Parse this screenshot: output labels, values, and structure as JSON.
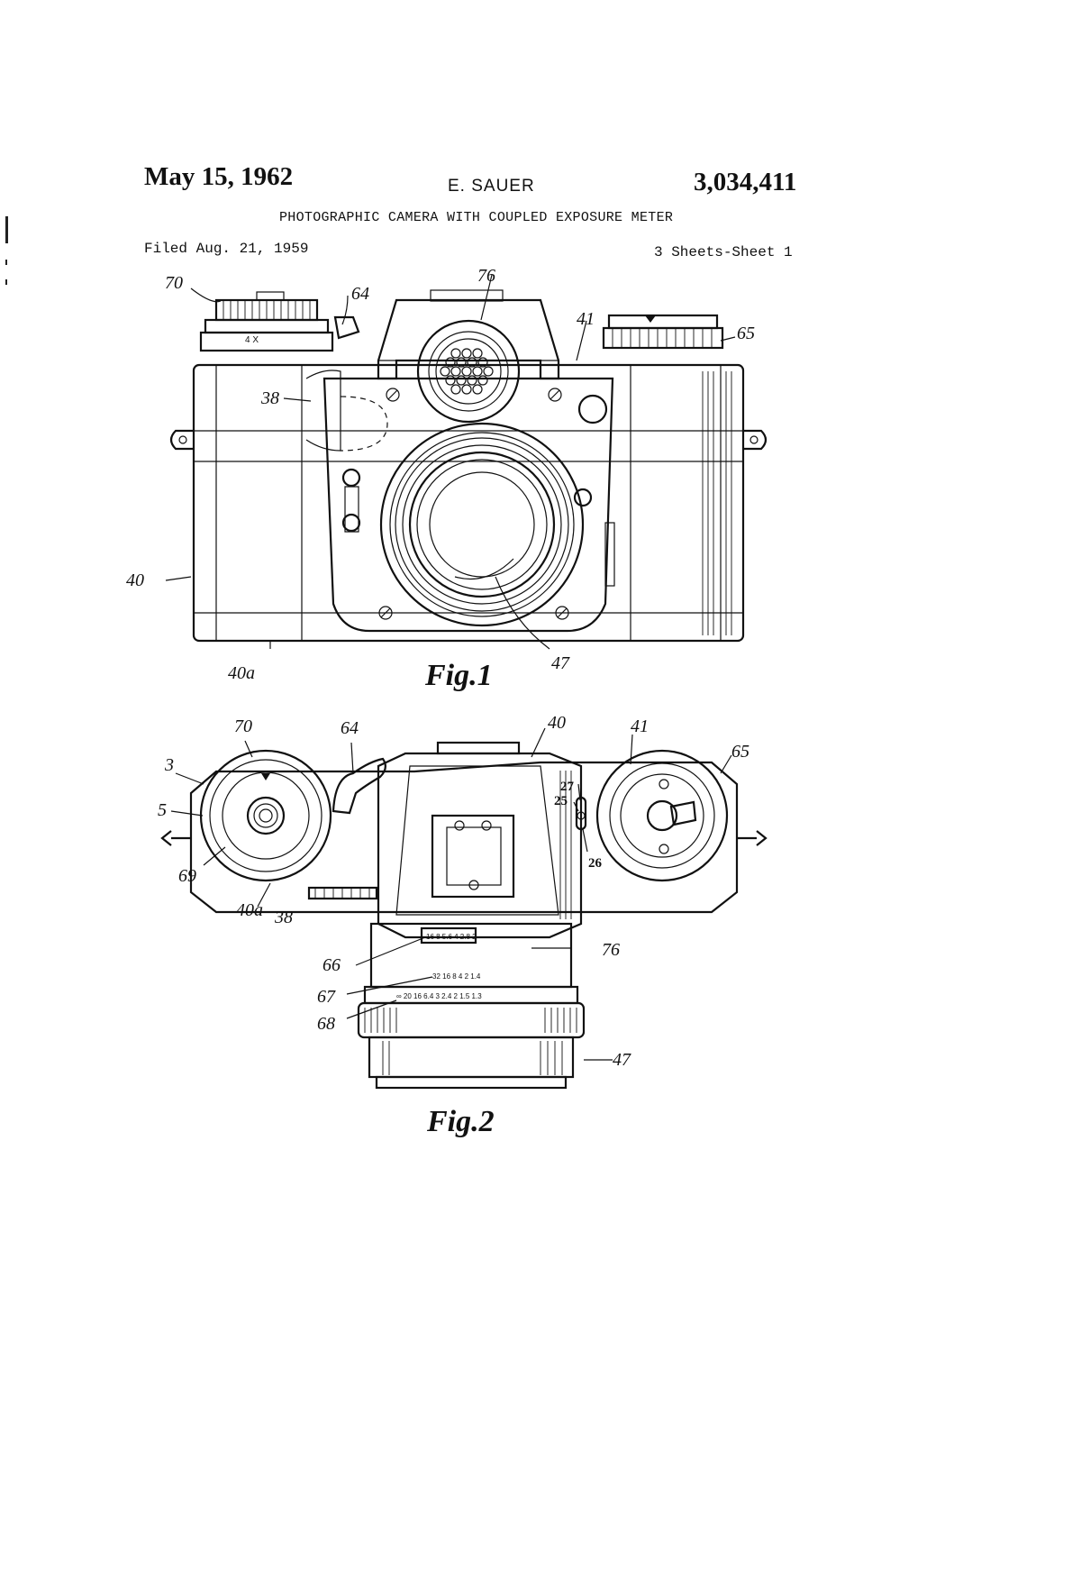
{
  "header": {
    "date": "May 15, 1962",
    "inventor": "E. SAUER",
    "patent_number": "3,034,411",
    "title": "PHOTOGRAPHIC CAMERA WITH COUPLED EXPOSURE METER",
    "filed": "Filed Aug. 21, 1959",
    "sheets": "3 Sheets-Sheet 1"
  },
  "figures": {
    "fig1": {
      "caption": "Fig.1",
      "refs": {
        "r70": "70",
        "r64": "64",
        "r76": "76",
        "r41": "41",
        "r65": "65",
        "r38": "38",
        "r40": "40",
        "r40a": "40a",
        "r47": "47"
      },
      "dial_text": "4 X"
    },
    "fig2": {
      "caption": "Fig.2",
      "refs": {
        "r70": "70",
        "r64": "64",
        "r40": "40",
        "r41": "41",
        "r65": "65",
        "r3": "3",
        "r5": "5",
        "r69": "69",
        "r40a": "40a",
        "r38": "38",
        "r27": "27",
        "r25": "25",
        "r26": "26",
        "r66": "66",
        "r76": "76",
        "r67": "67",
        "r68": "68",
        "r47": "47"
      },
      "meter_scale": "16 8 5.6 4 2.8 2",
      "aperture_scale": "32   16 8 4 2 1.4",
      "distance_scale": "∞ 20 16 6.4 3 2.4 2 1.5 1.3"
    }
  }
}
